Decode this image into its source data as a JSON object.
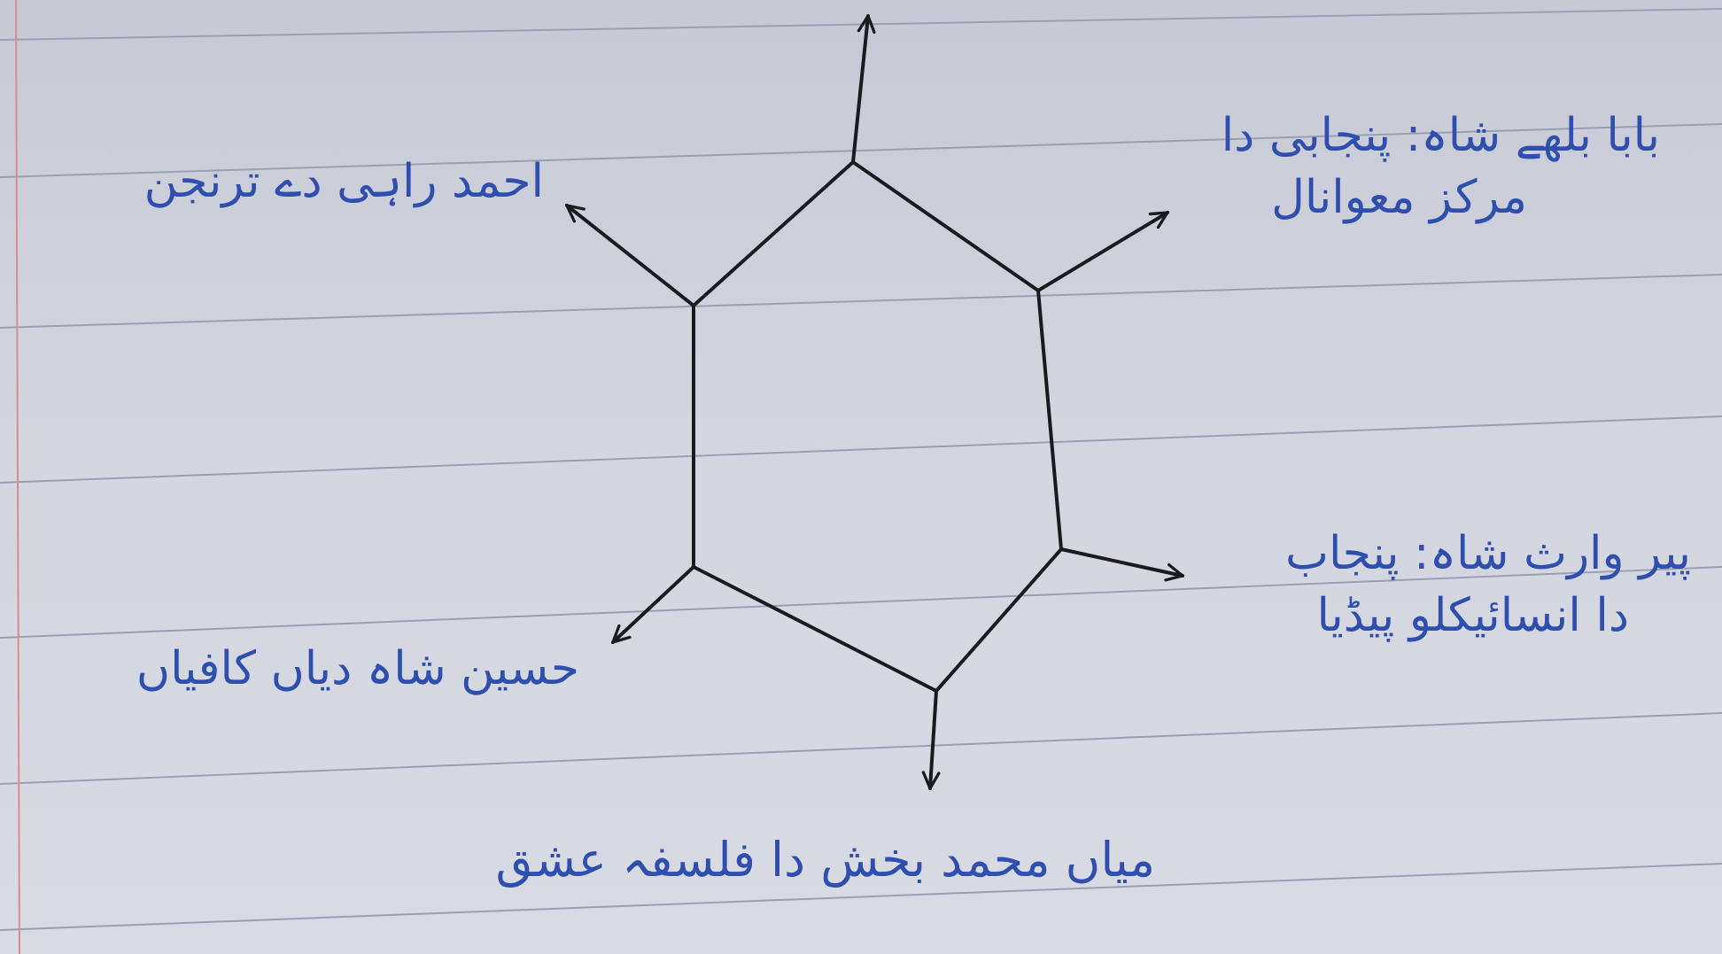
{
  "diagram": {
    "type": "hexagon-mind-map",
    "colors": {
      "paper": "#d3d5df",
      "rule_lines": "#9aa0b4",
      "margin_line": "#d98c8c",
      "diagram_ink": "#1a1a1f",
      "label_ink": "#2f4fb0"
    },
    "nodes": [
      {
        "id": "top-right",
        "lines": [
          "بابا بلھے شاہ: پنجابی دا",
          "مرکز معوانال"
        ]
      },
      {
        "id": "top-left",
        "lines": [
          "احمد راہی دے ترنجن"
        ]
      },
      {
        "id": "bottom-right",
        "lines": [
          "پیر وارث شاہ: پنجاب",
          "دا انسائیکلو پیڈیا"
        ]
      },
      {
        "id": "bottom-left",
        "lines": [
          "حسین شاہ دیاں کافیاں"
        ]
      },
      {
        "id": "bottom",
        "lines": [
          "میاں محمد بخش دا فلسفہ عشق"
        ]
      }
    ]
  }
}
